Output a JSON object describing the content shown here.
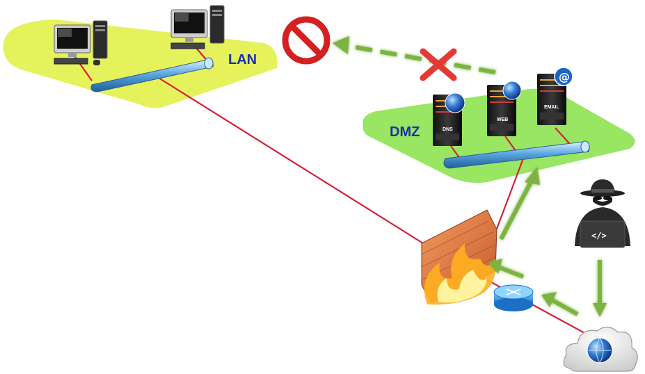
{
  "zones": {
    "lan": {
      "label": "LAN"
    },
    "dmz": {
      "label": "DMZ"
    }
  },
  "servers": [
    {
      "label": "DNS"
    },
    {
      "label": "WEB"
    },
    {
      "label": "EMAIL"
    }
  ],
  "hacker": {
    "code": "</>"
  },
  "icons": {
    "blocked": "no-entry-icon",
    "denied": "red-x-icon",
    "firewall": "firewall-icon",
    "router": "router-icon",
    "internet": "internet-cloud-icon",
    "attacker": "hacker-icon",
    "workstation": "desktop-computer-icon"
  },
  "colors": {
    "lan_zone": "#e6f25c",
    "dmz_zone": "#99e663",
    "cable": "#d61f3c",
    "traffic_arrow": "#7cb342",
    "blocked": "#e53935",
    "zone_text": "#1a2fb0"
  }
}
